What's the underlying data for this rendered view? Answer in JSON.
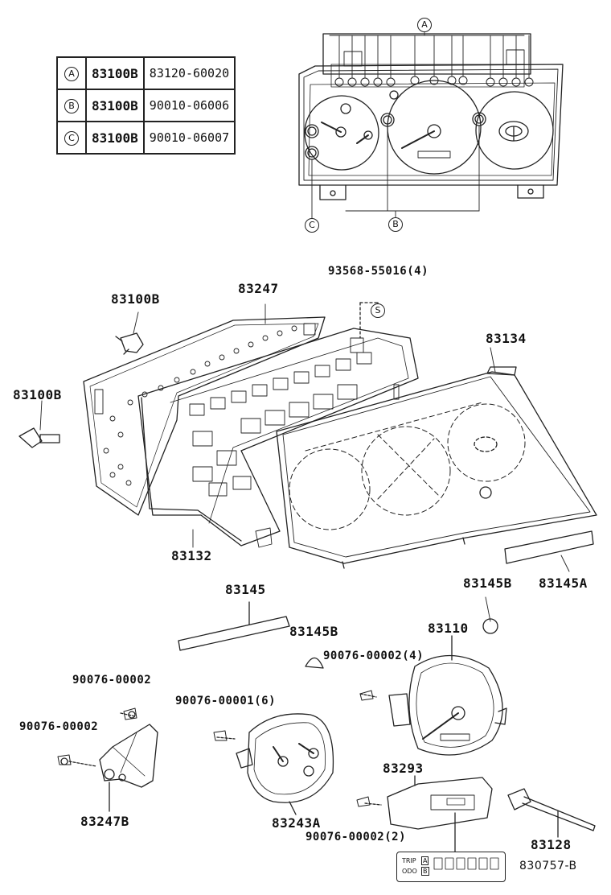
{
  "legend": [
    {
      "key": "A",
      "part": "83100B",
      "number": "83120-60020"
    },
    {
      "key": "B",
      "part": "83100B",
      "number": "90010-06006"
    },
    {
      "key": "C",
      "part": "83100B",
      "number": "90010-06007"
    }
  ],
  "callouts": {
    "a": "A",
    "b": "B",
    "c": "C",
    "s": "S"
  },
  "labels": {
    "bolt_93568": "93568-55016(4)",
    "p83100b_top": "83100B",
    "p83247": "83247",
    "p83134": "83134",
    "p83100b_left": "83100B",
    "p83132": "83132",
    "p83145b_right": "83145B",
    "p83145a": "83145A",
    "p83145": "83145",
    "p83145b_mid": "83145B",
    "p83110": "83110",
    "screw_90076_4": "90076-00002(4)",
    "screw_90076_a": "90076-00002",
    "screw_90076_6": "90076-00001(6)",
    "screw_90076_b": "90076-00002",
    "p83247b": "83247B",
    "p83243a": "83243A",
    "p83293": "83293",
    "screw_90076_2": "90076-00002(2)",
    "p83128": "83128",
    "drawing_no": "830757-B"
  },
  "odometer": {
    "trip": "TRIP",
    "odo": "ODO",
    "a": "A",
    "b": "B"
  }
}
